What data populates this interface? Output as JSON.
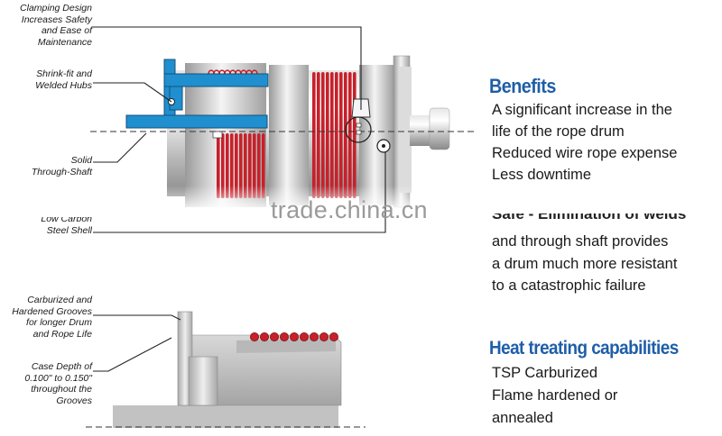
{
  "callouts": {
    "clamping": [
      "Clamping Design",
      "Increases Safety",
      "and Ease of",
      "Maintenance"
    ],
    "shrink_fit": [
      "Shrink-fit and",
      "Welded Hubs"
    ],
    "solid_shaft": [
      "Solid",
      "Through-Shaft"
    ],
    "shell": [
      "Low Carbon",
      "Steel Shell"
    ],
    "grooves": [
      "Carburized and",
      "Hardened Grooves",
      "for longer Drum",
      "and Rope Life"
    ],
    "case_depth": [
      "Case Depth of",
      "0.100\" to 0.150\"",
      "throughout the",
      "Grooves"
    ]
  },
  "benefits": {
    "title": "Benefits",
    "lines": [
      "A significant increase in the",
      "life of the rope drum",
      "Reduced wire rope expense",
      "Less downtime"
    ]
  },
  "safety": {
    "cut_heading": "Safe - Elimination of welds",
    "lines": [
      "and through shaft provides",
      "a drum much more resistant",
      "to a catastrophic failure"
    ]
  },
  "heat_treating": {
    "title": "Heat treating capabilities",
    "lines": [
      "TSP Carburized",
      "Flame hardened or",
      "annealed"
    ]
  },
  "watermark": "trade.china.cn",
  "colors": {
    "heading_blue": "#1e5ea8",
    "hub_blue": "#1f8fcf",
    "rope_red": "#c8202a",
    "steel_gray": "#bfbfbf"
  }
}
